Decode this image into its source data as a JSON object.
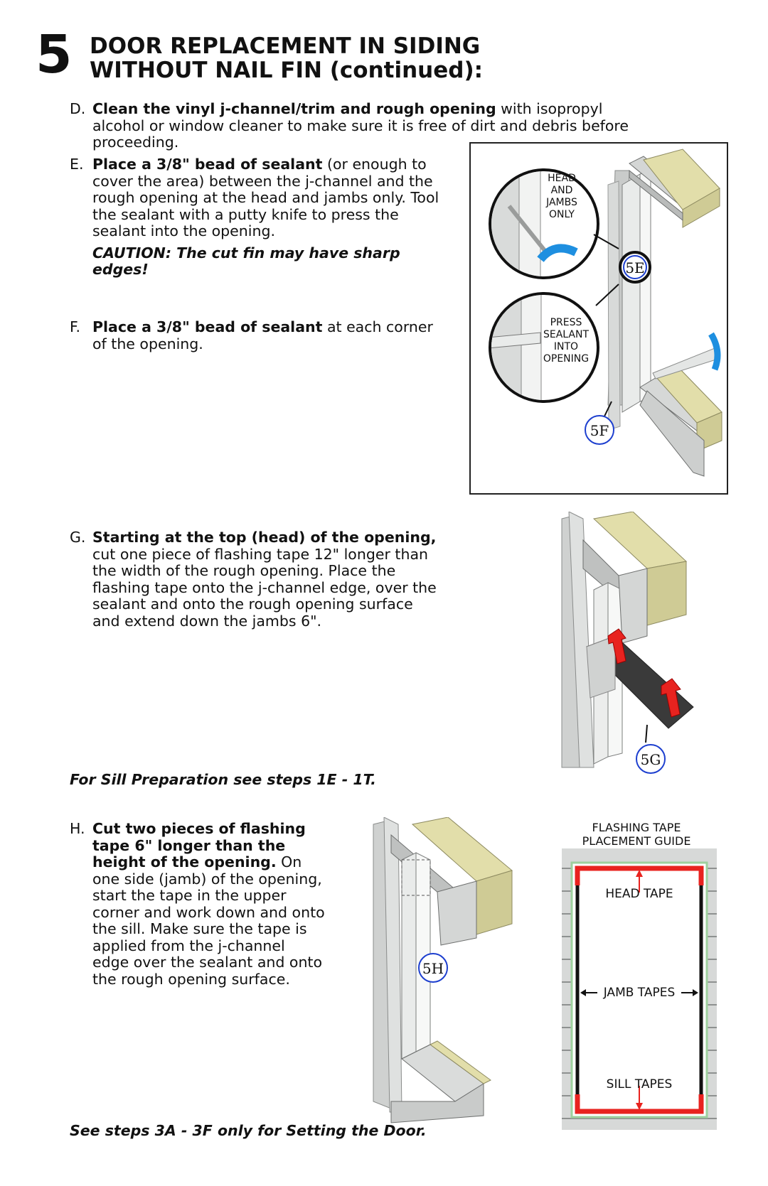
{
  "header": {
    "step_number": "5",
    "title_line1": "DOOR REPLACEMENT IN SIDING",
    "title_line2": "WITHOUT NAIL FIN (continued):"
  },
  "steps": {
    "d": {
      "letter": "D.",
      "bold": "Clean the vinyl j-channel/trim and rough opening",
      "rest": " with isopropyl alcohol or window cleaner to make sure it is free of dirt and debris before proceeding."
    },
    "e": {
      "letter": "E.",
      "bold": "Place a 3/8\" bead of sealant",
      "rest": " (or enough to cover the area) between the j-channel and the rough opening at the head and jambs only. Tool the sealant with a putty knife to press the sealant into the opening.",
      "caution": "CAUTION:  The cut fin may have sharp edges!"
    },
    "f": {
      "letter": "F.",
      "bold": "Place a 3/8\" bead of sealant",
      "rest": " at each corner of the opening."
    },
    "g": {
      "letter": "G.",
      "bold": "Starting at the top (head) of the opening,",
      "rest": " cut one piece of flashing tape 12\" longer than the width of the rough opening. Place the flashing tape onto the j-channel edge, over the sealant and onto the rough opening surface and extend down the jambs 6\"."
    },
    "h": {
      "letter": "H.",
      "bold": "Cut two pieces of flashing tape 6\" longer than the height of the opening.",
      "rest": " On one side (jamb) of the opening, start the tape in the upper corner and work down and onto the sill. Make sure the tape is applied from the j-channel edge over the sealant and onto the rough opening surface."
    }
  },
  "notes": {
    "sill": "For Sill Preparation see steps 1E - 1T.",
    "door": "See steps 3A - 3F only for Setting the Door."
  },
  "figures": {
    "callout_5e": "5E",
    "callout_5f": "5F",
    "callout_5g": "5G",
    "callout_5h": "5H",
    "detail_top": "HEAD AND JAMBS ONLY",
    "detail_bottom": "PRESS SEALANT INTO OPENING"
  },
  "guide": {
    "title_line1": "FLASHING TAPE",
    "title_line2": "PLACEMENT GUIDE",
    "head": "HEAD TAPE",
    "jamb": "JAMB TAPES",
    "sill": "SILL TAPES"
  },
  "colors": {
    "insulation": "#e2deaa",
    "tape_red": "#e8231f",
    "tape_black": "#3a3a3a",
    "callout_blue": "#1d3fcf",
    "sealant_blue": "#1e8fe0",
    "siding_gray": "#d7d9d8"
  }
}
